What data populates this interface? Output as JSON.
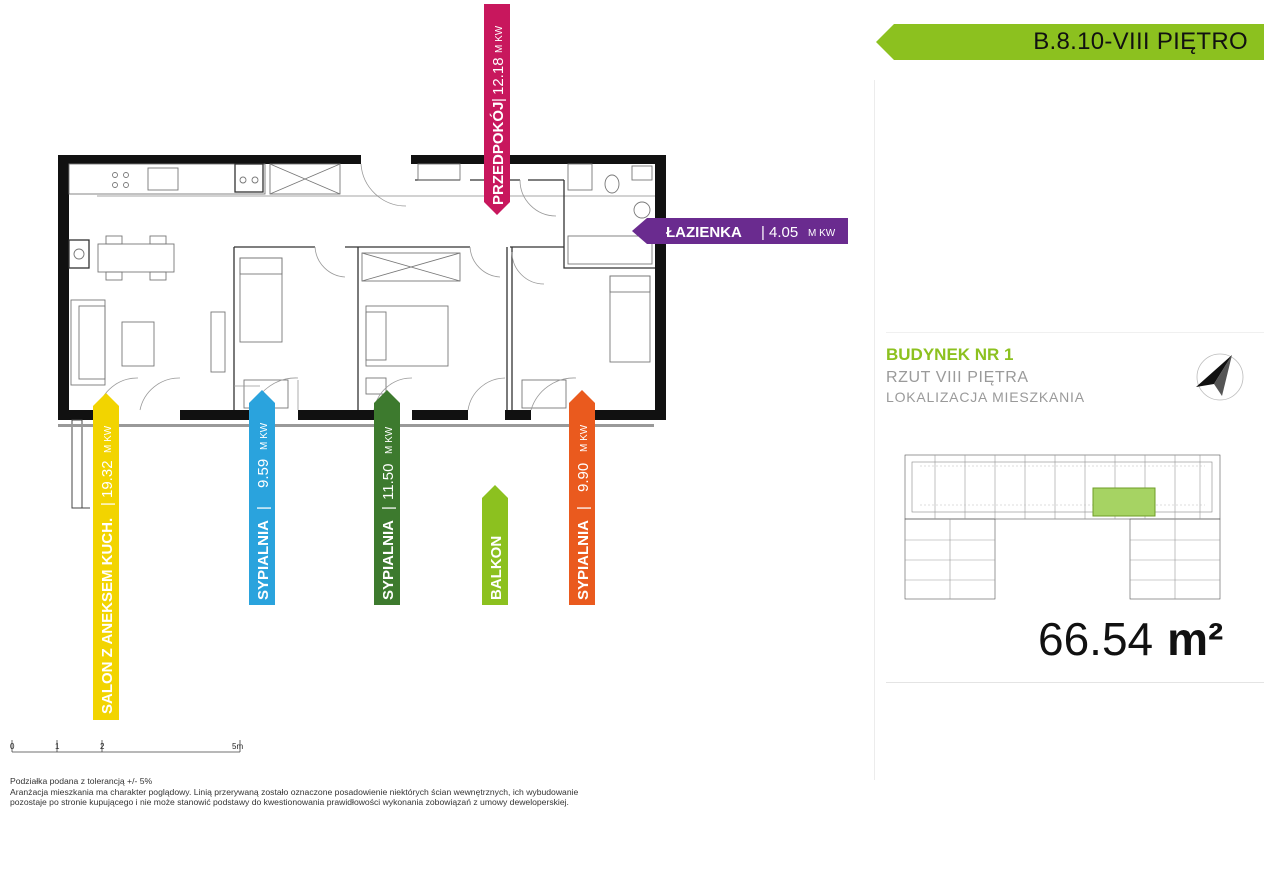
{
  "header": {
    "apartment_code": "B.8.10-VIII PIĘTRO",
    "color": "#8cc11f"
  },
  "rooms": [
    {
      "id": "przedpokoj",
      "name": "PRZEDPOKÓJ",
      "area": "12.18",
      "unit": "M KW",
      "color": "#c8175d"
    },
    {
      "id": "lazienka",
      "name": "ŁAZIENKA",
      "area": "4.05",
      "unit": "M KW",
      "color": "#6a2b8f"
    },
    {
      "id": "salon",
      "name": "SALON Z ANEKSEM KUCH.",
      "area": "19.32",
      "unit": "M KW",
      "color": "#f2d400"
    },
    {
      "id": "sypialnia1",
      "name": "SYPIALNIA",
      "area": "9.59",
      "unit": "M KW",
      "color": "#2aa3dd"
    },
    {
      "id": "sypialnia2",
      "name": "SYPIALNIA",
      "area": "11.50",
      "unit": "M KW",
      "color": "#3d7a2e"
    },
    {
      "id": "balkon",
      "name": "BALKON",
      "area": "",
      "unit": "",
      "color": "#8cc11f"
    },
    {
      "id": "sypialnia3",
      "name": "SYPIALNIA",
      "area": "9.90",
      "unit": "M KW",
      "color": "#ea5a1e"
    }
  ],
  "building": {
    "title": "BUDYNEK NR 1",
    "floor_plan": "RZUT VIII PIĘTRA",
    "location": "LOKALIZACJA MIESZKANIA"
  },
  "total_area": {
    "value": "66.54",
    "unit": "m²"
  },
  "scale": {
    "ticks": [
      "0",
      "1",
      "2",
      "5m"
    ]
  },
  "notes": {
    "line1": "Podziałka podana z tolerancją +/- 5%",
    "line2": "Aranżacja mieszkania ma charakter poglądowy. Linią przerywaną zostało oznaczone posadowienie niektórych ścian wewnętrznych, ich wybudowanie",
    "line3": "pozostaje po stronie kupującego i nie może stanowić podstawy do kwestionowania prawidłowości wykonania zobowiązań z umowy deweloperskiej."
  },
  "icons": {
    "compass": "north-arrow-icon"
  }
}
